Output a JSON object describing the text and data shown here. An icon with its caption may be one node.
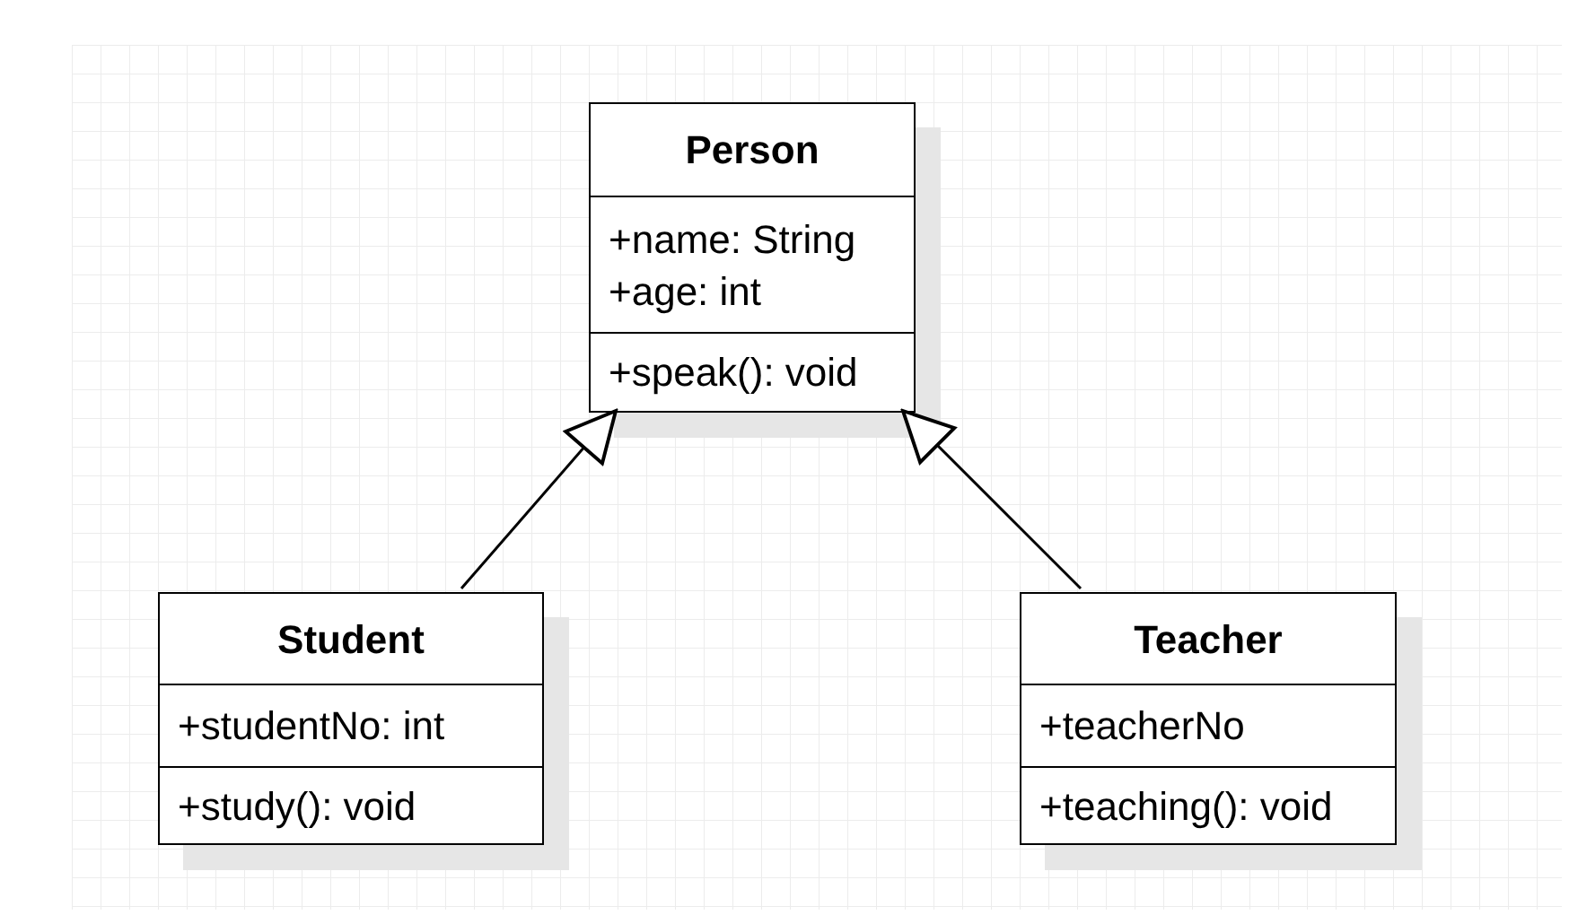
{
  "diagram": {
    "nodes": [
      {
        "text": [
          "Person",
          "+name: String +age: int",
          "+speak(): void"
        ]
      },
      {
        "text": [
          "Student",
          "+studentNo: int",
          "+study(): void"
        ]
      },
      {
        "text": [
          "Teacher",
          "+teacherNo",
          "+teaching(): void"
        ]
      }
    ],
    "edges": [
      {
        "from": 1,
        "to": 0,
        "arrow": "to"
      },
      {
        "from": 2,
        "to": 0,
        "arrow": "to"
      }
    ]
  }
}
